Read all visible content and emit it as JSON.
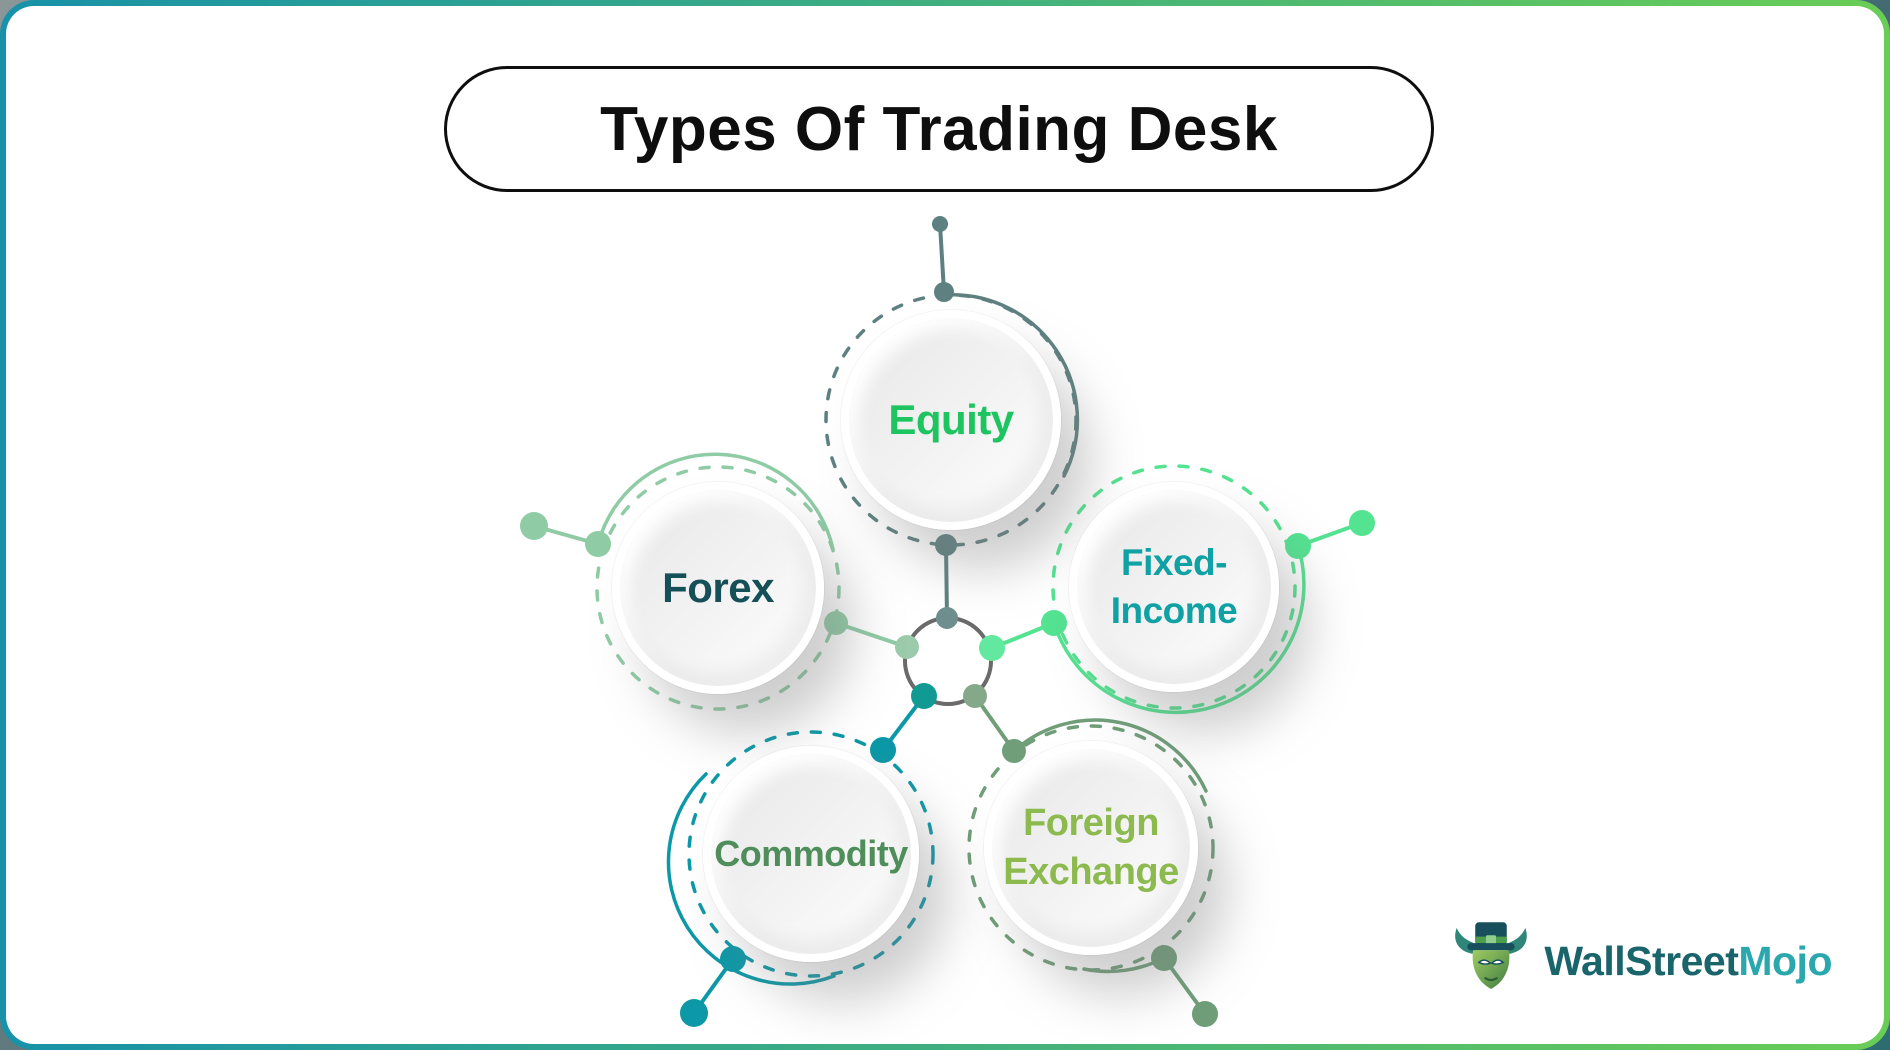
{
  "title": {
    "text": "Types Of Trading Desk",
    "text_color": "#0e0e0e"
  },
  "frame": {
    "border_gradient_left": "#1792A8",
    "border_gradient_right": "#69CD55"
  },
  "diagram": {
    "type": "hub-and-spoke",
    "hub": {
      "ring_color": "#6a6a6a",
      "dot_colors": [
        "#6F8F8F",
        "#63E89F",
        "#9CCBAB",
        "#119A94",
        "#83A98A"
      ]
    },
    "nodes": [
      {
        "id": "equity",
        "label": "Equity",
        "label_color": "#1DC45F",
        "accent_color": "#5E8080"
      },
      {
        "id": "forex",
        "label": "Forex",
        "label_color": "#154F58",
        "accent_color": "#8FCBA5"
      },
      {
        "id": "fixed-income",
        "label": "Fixed-\nIncome",
        "label_color": "#10A1A4",
        "accent_color": "#53E391"
      },
      {
        "id": "commodity",
        "label": "Commodity",
        "label_color": "#4F8D5A",
        "accent_color": "#0C98A7"
      },
      {
        "id": "foreign-exchange",
        "label": "Foreign\nExchange",
        "label_color": "#8CBA4E",
        "accent_color": "#6F9E79"
      }
    ]
  },
  "logo": {
    "text_primary": "WallStreet",
    "text_secondary": "Mojo",
    "primary_color": "#1A646C",
    "secondary_color": "#2BA8AE"
  }
}
